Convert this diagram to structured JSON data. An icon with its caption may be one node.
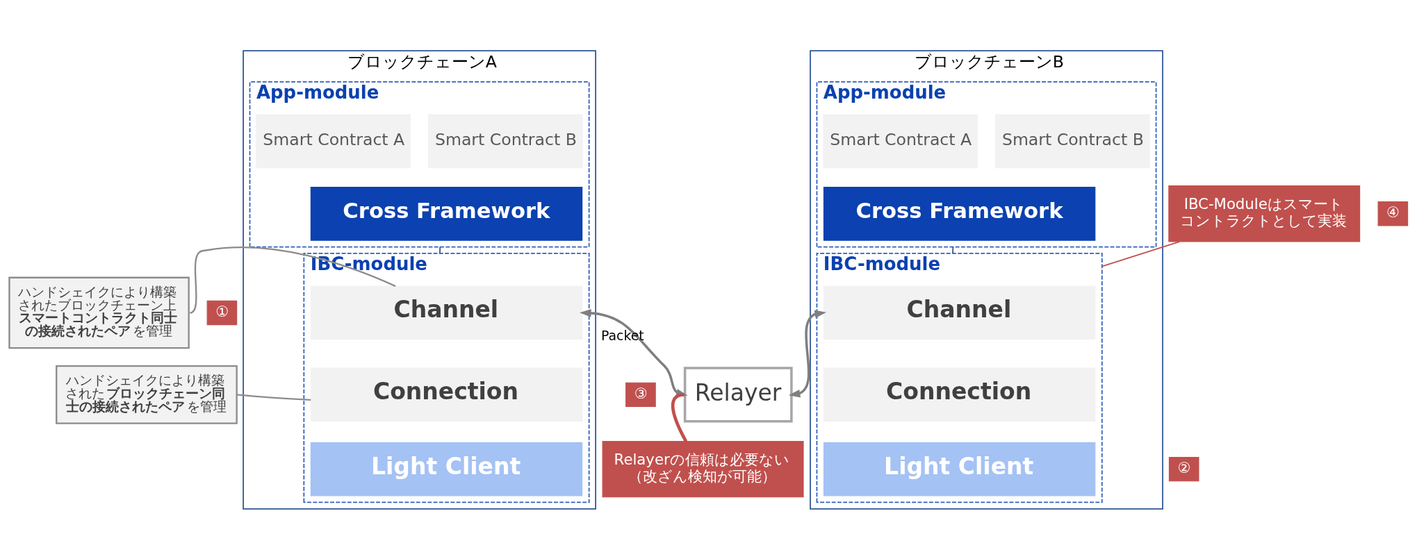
{
  "diagram": {
    "nodes": [
      {
        "text": [
          "ブロックチェーンA"
        ]
      },
      {
        "text": [
          "App-module"
        ],
        "in": 0
      },
      {
        "text": [
          "Smart Contract A"
        ],
        "in": 1
      },
      {
        "text": [
          "Smart Contract B"
        ],
        "in": 1
      },
      {
        "text": [
          "Cross Framework"
        ],
        "in": 1
      },
      {
        "text": [
          "IBC-module"
        ],
        "in": 0
      },
      {
        "text": [
          "Channel"
        ],
        "in": 5
      },
      {
        "text": [
          "Connection"
        ],
        "in": 5
      },
      {
        "text": [
          "Light Client"
        ],
        "in": 5
      },
      {
        "text": [
          "ブロックチェーンB"
        ]
      },
      {
        "text": [
          "App-module"
        ],
        "in": 9
      },
      {
        "text": [
          "Smart Contract A"
        ],
        "in": 10
      },
      {
        "text": [
          "Smart Contract B"
        ],
        "in": 10
      },
      {
        "text": [
          "Cross Framework"
        ],
        "in": 10
      },
      {
        "text": [
          "IBC-module"
        ],
        "in": 9
      },
      {
        "text": [
          "Channel"
        ],
        "in": 14
      },
      {
        "text": [
          "Connection"
        ],
        "in": 14
      },
      {
        "text": [
          "Light Client"
        ],
        "in": 14
      },
      {
        "text": [
          "Relayer"
        ]
      },
      {
        "text": [
          "ハンドシェイクにより構築されたブロックチェーン上**スマートコントラクト同士の接続されたペア**を管理"
        ]
      },
      {
        "text": [
          "ハンドシェイクにより構築された**ブロックチェーン同士の接続されたペア**を管理"
        ]
      },
      {
        "text": [
          "Relayerの信頼は必要ない（改ざん検知が可能）"
        ]
      },
      {
        "text": [
          "IBC-Moduleはスマートコントラクトとして実装"
        ]
      }
    ],
    "edges": [
      {
        "from": 1,
        "to": 5,
        "arrow": "none"
      },
      {
        "from": 10,
        "to": 14,
        "arrow": "none"
      },
      {
        "from": 6,
        "to": 18,
        "arrow": "both",
        "label": "Packet"
      },
      {
        "from": 18,
        "to": 15,
        "arrow": "both"
      },
      {
        "from": 19,
        "to": 6,
        "arrow": "none",
        "color": "#8c8c8c"
      },
      {
        "from": 20,
        "to": 7,
        "arrow": "none",
        "color": "#8c8c8c"
      },
      {
        "from": 21,
        "to": 18,
        "arrow": "none",
        "color": "#c0504d"
      },
      {
        "from": 22,
        "to": 14,
        "arrow": "none",
        "color": "#c0504d"
      }
    ],
    "labels": [
      "④",
      "①",
      "③",
      "②"
    ]
  }
}
